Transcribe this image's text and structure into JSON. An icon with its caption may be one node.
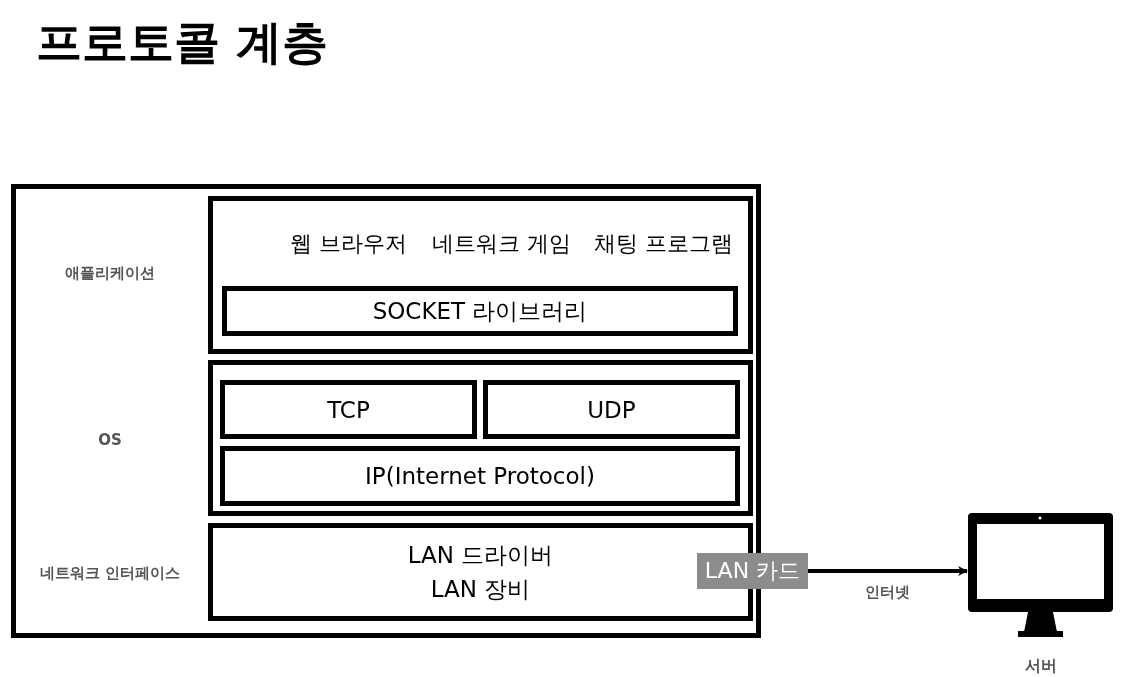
{
  "diagram": {
    "title": "프로토콜 계층",
    "nodes": [
      {
        "text": [
          "웹 브라우저",
          "네트워크 게임",
          "채팅 프로그램"
        ]
      },
      {
        "text": [
          "SOCKET 라이브러리"
        ],
        "in": 0
      },
      {
        "text": [],
        "shape": "box"
      },
      {
        "text": [
          "TCP"
        ],
        "in": 2
      },
      {
        "text": [
          "UDP"
        ],
        "in": 2
      },
      {
        "text": [
          "IP(Internet Protocol)"
        ],
        "in": 2
      },
      {
        "text": [
          "LAN 드라이버",
          "LAN 장비"
        ]
      },
      {
        "text": [
          "LAN 카드"
        ]
      },
      {
        "text": [],
        "shape": "picture",
        "beside": [
          "서버"
        ]
      }
    ],
    "edges": [
      {
        "from": 7,
        "to": 8,
        "arrow": "to",
        "label": "인터넷"
      }
    ],
    "labels": [
      "애플리케이션",
      "OS",
      "네트워크 인터페이스"
    ]
  }
}
